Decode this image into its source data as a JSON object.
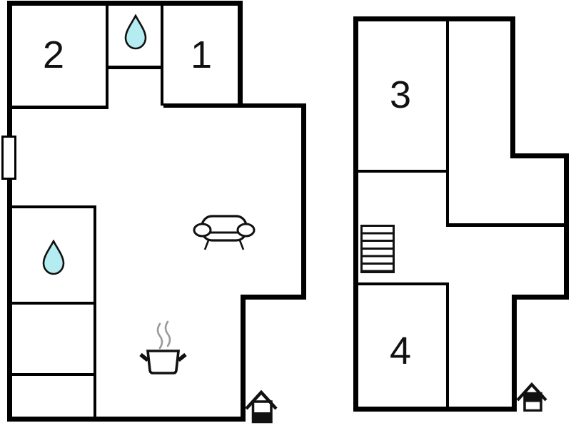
{
  "plan": {
    "left": {
      "rooms": [
        {
          "id": "room-1",
          "label": "1"
        },
        {
          "id": "room-2",
          "label": "2"
        }
      ],
      "icons": [
        "water-drop",
        "water-drop",
        "window",
        "sofa",
        "cooking-pot",
        "house-entrance"
      ]
    },
    "right": {
      "rooms": [
        {
          "id": "room-3",
          "label": "3"
        },
        {
          "id": "room-4",
          "label": "4"
        }
      ],
      "icons": [
        "staircase",
        "house-entrance"
      ]
    },
    "colors": {
      "wall": "#000000",
      "water": "#b4ecf2",
      "steam": "#9a9a9a",
      "background": "#ffffff"
    }
  }
}
